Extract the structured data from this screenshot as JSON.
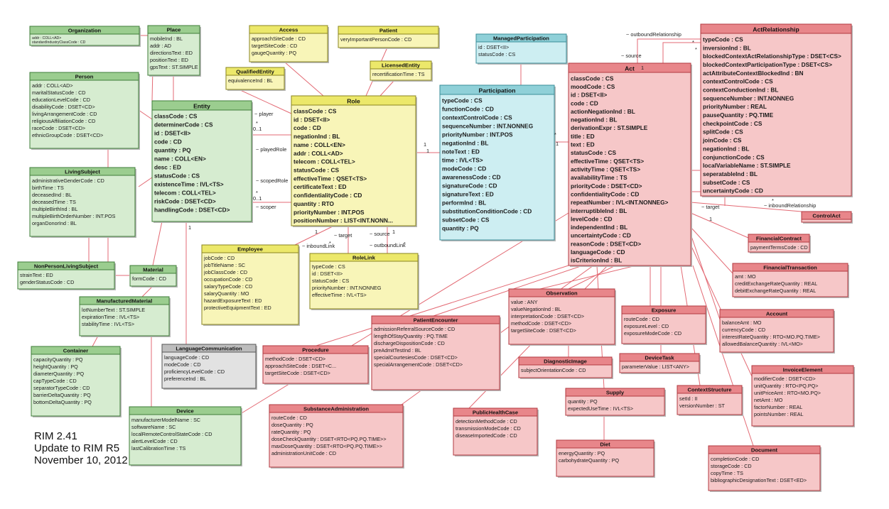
{
  "caption": {
    "line1": "RIM 2.41",
    "line2": "Update to RIM R5",
    "line3": "November 10, 2012"
  },
  "palette": {
    "entity": {
      "header": "#9bcd8f",
      "body": "#d6ecd0",
      "stroke": "#3f7d38"
    },
    "role": {
      "header": "#ece86a",
      "body": "#f8f5b8",
      "stroke": "#8a8520"
    },
    "participation": {
      "header": "#8fd0d8",
      "body": "#cdeef2",
      "stroke": "#3a8e99"
    },
    "act": {
      "header": "#e8868a",
      "body": "#f6c7c8",
      "stroke": "#b23a40"
    },
    "other": {
      "header": "#bdbdbd",
      "body": "#e2e2e2",
      "stroke": "#555555"
    },
    "line": "#e36a74"
  },
  "classes": [
    {
      "id": "organization",
      "kind": "entity",
      "title": "Organization",
      "bold": false,
      "attrs": [
        "addr : COLL<AD>",
        "standardIndustryClassCode : CD"
      ]
    },
    {
      "id": "place",
      "kind": "entity",
      "title": "Place",
      "bold": false,
      "attrs": [
        "mobileInd : BL",
        "addr : AD",
        "directionsText : ED",
        "positionText : ED",
        "gpsText : ST.SIMPLE"
      ]
    },
    {
      "id": "person",
      "kind": "entity",
      "title": "Person",
      "bold": false,
      "attrs": [
        "addr : COLL<AD>",
        "maritalStatusCode : CD",
        "educationLevelCode : CD",
        "disabilityCode : DSET<CD>",
        "livingArrangementCode : CD",
        "religiousAffiliationCode : CD",
        "raceCode : DSET<CD>",
        "ethnicGroupCode : DSET<CD>"
      ]
    },
    {
      "id": "entity",
      "kind": "entity",
      "title": "Entity",
      "bold": true,
      "attrs": [
        "classCode : CS",
        "determinerCode : CS",
        "id : DSET<II>",
        "code : CD",
        "quantity : PQ",
        "name : COLL<EN>",
        "desc : ED",
        "statusCode : CS",
        "existenceTime : IVL<TS>",
        "telecom : COLL<TEL>",
        "riskCode : DSET<CD>",
        "handlingCode : DSET<CD>"
      ]
    },
    {
      "id": "livingsubject",
      "kind": "entity",
      "title": "LivingSubject",
      "bold": false,
      "attrs": [
        "administrativeGenderCode : CD",
        "birthTime : TS",
        "deceasedInd : BL",
        "deceasedTime : TS",
        "multipleBirthInd : BL",
        "multipleBirthOrderNumber : INT.POS",
        "organDonorInd : BL"
      ]
    },
    {
      "id": "nonperson",
      "kind": "entity",
      "title": "NonPersonLivingSubject",
      "bold": false,
      "attrs": [
        "strainText : ED",
        "genderStatusCode : CD"
      ]
    },
    {
      "id": "material",
      "kind": "entity",
      "title": "Material",
      "bold": false,
      "attrs": [
        "formCode : CD"
      ]
    },
    {
      "id": "manufactured",
      "kind": "entity",
      "title": "ManufacturedMaterial",
      "bold": false,
      "attrs": [
        "lotNumberText : ST.SIMPLE",
        "expirationTime : IVL<TS>",
        "stabilityTime : IVL<TS>"
      ]
    },
    {
      "id": "container",
      "kind": "entity",
      "title": "Container",
      "bold": false,
      "attrs": [
        "capacityQuantity : PQ",
        "heightQuantity : PQ",
        "diameterQuantity : PQ",
        "capTypeCode : CD",
        "separatorTypeCode : CD",
        "barrierDeltaQuantity : PQ",
        "bottomDeltaQuantity : PQ"
      ]
    },
    {
      "id": "device",
      "kind": "entity",
      "title": "Device",
      "bold": false,
      "attrs": [
        "manufacturerModelName : SC",
        "softwareName : SC",
        "localRemoteControlStateCode : CD",
        "alertLevelCode : CD",
        "lastCalibrationTime : TS"
      ]
    },
    {
      "id": "langcomm",
      "kind": "other",
      "title": "LanguageCommunication",
      "bold": false,
      "attrs": [
        "languageCode : CD",
        "modeCode : CD",
        "proficiencyLevelCode : CD",
        "preferenceInd : BL"
      ]
    },
    {
      "id": "access",
      "kind": "role",
      "title": "Access",
      "bold": false,
      "attrs": [
        "approachSiteCode : CD",
        "targetSiteCode : CD",
        "gaugeQuantity : PQ"
      ]
    },
    {
      "id": "patient",
      "kind": "role",
      "title": "Patient",
      "bold": false,
      "attrs": [
        "veryImportantPersonCode : CD"
      ]
    },
    {
      "id": "qualified",
      "kind": "role",
      "title": "QualifiedEntity",
      "bold": false,
      "attrs": [
        "equivalenceInd : BL"
      ]
    },
    {
      "id": "licensed",
      "kind": "role",
      "title": "LicensedEntity",
      "bold": false,
      "attrs": [
        "recertificationTime : TS"
      ]
    },
    {
      "id": "role",
      "kind": "role",
      "title": "Role",
      "bold": true,
      "attrs": [
        "classCode : CS",
        "id : DSET<II>",
        "code : CD",
        "negationInd : BL",
        "name : COLL<EN>",
        "addr : COLL<AD>",
        "telecom : COLL<TEL>",
        "statusCode : CS",
        "effectiveTime : QSET<TS>",
        "certificateText : ED",
        "confidentialityCode : CD",
        "quantity : RTO",
        "priorityNumber : INT.POS",
        "positionNumber : LIST<INT.NONN..."
      ]
    },
    {
      "id": "employee",
      "kind": "role",
      "title": "Employee",
      "bold": false,
      "attrs": [
        "jobCode : CD",
        "jobTitleName : SC",
        "jobClassCode : CD",
        "occupationCode : CD",
        "salaryTypeCode : CD",
        "salaryQuantity : MO",
        "hazardExposureText : ED",
        "protectiveEquipmentText : ED"
      ]
    },
    {
      "id": "rolelink",
      "kind": "role",
      "title": "RoleLink",
      "bold": false,
      "attrs": [
        "typeCode : CS",
        "id : DSET<II>",
        "statusCode : CS",
        "priorityNumber : INT.NONNEG",
        "effectiveTime : IVL<TS>"
      ]
    },
    {
      "id": "managedpart",
      "kind": "participation",
      "title": "ManagedParticipation",
      "bold": false,
      "attrs": [
        "id : DSET<II>",
        "statusCode : CS"
      ]
    },
    {
      "id": "participation",
      "kind": "participation",
      "title": "Participation",
      "bold": true,
      "attrs": [
        "typeCode : CS",
        "functionCode : CD",
        "contextControlCode : CS",
        "sequenceNumber : INT.NONNEG",
        "priorityNumber : INT.POS",
        "negationInd : BL",
        "noteText : ED",
        "time : IVL<TS>",
        "modeCode : CD",
        "awarenessCode : CD",
        "signatureCode : CD",
        "signatureText : ED",
        "performInd : BL",
        "substitutionConditionCode : CD",
        "subsetCode : CS",
        "quantity : PQ"
      ]
    },
    {
      "id": "act",
      "kind": "act",
      "title": "Act",
      "bold": true,
      "attrs": [
        "classCode : CS",
        "moodCode : CS",
        "id : DSET<II>",
        "code : CD",
        "actionNegationInd : BL",
        "negationInd : BL",
        "derivationExpr : ST.SIMPLE",
        "title : ED",
        "text : ED",
        "statusCode : CS",
        "effectiveTime : QSET<TS>",
        "activityTime : QSET<TS>",
        "availabilityTime : TS",
        "priorityCode : DSET<CD>",
        "confidentialityCode : CD",
        "repeatNumber : IVL<INT.NONNEG>",
        "interruptibleInd : BL",
        "levelCode : CD",
        "independentInd : BL",
        "uncertaintyCode : CD",
        "reasonCode : DSET<CD>",
        "languageCode : CD",
        "isCriterionInd : BL"
      ]
    },
    {
      "id": "actrel",
      "kind": "act",
      "title": "ActRelationship",
      "bold": true,
      "attrs": [
        "typeCode : CS",
        "inversionInd : BL",
        "blockedContextActRelationshipType : DSET<CS>",
        "blockedContextParticipationType : DSET<CS>",
        "actAttributeContextBlockedInd : BN",
        "contextControlCode : CS",
        "contextConductionInd : BL",
        "sequenceNumber : INT.NONNEG",
        "priorityNumber : REAL",
        "pauseQuantity : PQ.TIME",
        "checkpointCode : CS",
        "splitCode : CS",
        "joinCode : CS",
        "negationInd : BL",
        "conjunctionCode : CS",
        "localVariableName : ST.SIMPLE",
        "seperatableInd : BL",
        "subsetCode : CS",
        "uncertaintyCode : CD"
      ]
    },
    {
      "id": "controlact",
      "kind": "act",
      "title": "ControlAct",
      "bold": false,
      "attrs": []
    },
    {
      "id": "fincontract",
      "kind": "act",
      "title": "FinancialContract",
      "bold": false,
      "attrs": [
        "paymentTermsCode : CD"
      ]
    },
    {
      "id": "fintrans",
      "kind": "act",
      "title": "FinancialTransaction",
      "bold": false,
      "attrs": [
        "amt : MO",
        "creditExchangeRateQuantity : REAL",
        "debitExchangeRateQuantity : REAL"
      ]
    },
    {
      "id": "account",
      "kind": "act",
      "title": "Account",
      "bold": false,
      "attrs": [
        "balanceAmt : MO",
        "currencyCode : CD",
        "interestRateQuantity : RTO<MO.PQ.TIME>",
        "allowedBalanceQuantity : IVL<MO>"
      ]
    },
    {
      "id": "invoice",
      "kind": "act",
      "title": "InvoiceElement",
      "bold": false,
      "attrs": [
        "modifierCode : DSET<CD>",
        "unitQuantity : RTO<PQ.PQ>",
        "unitPriceAmt : RTO<MO.PQ>",
        "netAmt : MO",
        "factorNumber : REAL",
        "pointsNumber : REAL"
      ]
    },
    {
      "id": "observation",
      "kind": "act",
      "title": "Observation",
      "bold": false,
      "attrs": [
        "value : ANY",
        "valueNegationInd : BL",
        "interpretationCode : DSET<CD>",
        "methodCode : DSET<CD>",
        "targetSiteCode : DSET<CD>"
      ]
    },
    {
      "id": "diagimage",
      "kind": "act",
      "title": "DiagnosticImage",
      "bold": false,
      "attrs": [
        "subjectOrientationCode : CD"
      ]
    },
    {
      "id": "exposure",
      "kind": "act",
      "title": "Exposure",
      "bold": false,
      "attrs": [
        "routeCode : CD",
        "exposureLevel : CD",
        "exposureModeCode : CD"
      ]
    },
    {
      "id": "devicetask",
      "kind": "act",
      "title": "DeviceTask",
      "bold": false,
      "attrs": [
        "parameterValue : LIST<ANY>"
      ]
    },
    {
      "id": "contextstruct",
      "kind": "act",
      "title": "ContextStructure",
      "bold": false,
      "attrs": [
        "setId : II",
        "versionNumber : ST"
      ]
    },
    {
      "id": "patientenc",
      "kind": "act",
      "title": "PatientEncounter",
      "bold": false,
      "attrs": [
        "admissionReferralSourceCode : CD",
        "lengthOfStayQuantity : PQ.TIME",
        "dischargeDispositionCode : CD",
        "preAdmitTestInd : BL",
        "specialCourtesiesCode : DSET<CD>",
        "specialArrangementCode : DSET<CD>"
      ]
    },
    {
      "id": "procedure",
      "kind": "act",
      "title": "Procedure",
      "bold": false,
      "attrs": [
        "methodCode : DSET<CD>",
        "approachSiteCode : DSET<C...",
        "targetSiteCode : DSET<CD>"
      ]
    },
    {
      "id": "substadmin",
      "kind": "act",
      "title": "SubstanceAdministration",
      "bold": false,
      "attrs": [
        "routeCode : CD",
        "doseQuantity : PQ",
        "rateQuantity : PQ",
        "doseCheckQuantity : DSET<RTO<PQ.PQ.TIME>>",
        "maxDoseQuantity : DSET<RTO<PQ.PQ.TIME>>",
        "administrationUnitCode : CD"
      ]
    },
    {
      "id": "publichealth",
      "kind": "act",
      "title": "PublicHealthCase",
      "bold": false,
      "attrs": [
        "detectionMethodCode : CD",
        "transmissionModeCode : CD",
        "diseaseImportedCode : CD"
      ]
    },
    {
      "id": "supply",
      "kind": "act",
      "title": "Supply",
      "bold": false,
      "attrs": [
        "quantity : PQ",
        "expectedUseTime : IVL<TS>"
      ]
    },
    {
      "id": "diet",
      "kind": "act",
      "title": "Diet",
      "bold": false,
      "attrs": [
        "energyQuantity : PQ",
        "carbohydrateQuantity : PQ"
      ]
    },
    {
      "id": "document",
      "kind": "act",
      "title": "Document",
      "bold": false,
      "attrs": [
        "completionCode : CD",
        "storageCode : CD",
        "copyTime : TS",
        "bibliographicDesignationText : DSET<ED>"
      ]
    }
  ],
  "labels": [
    {
      "id": "player",
      "text": "~ player"
    },
    {
      "id": "playedrole",
      "text": "~ playedRole"
    },
    {
      "id": "scopedrole",
      "text": "~ scopedRole"
    },
    {
      "id": "scoper",
      "text": "~ scoper"
    },
    {
      "id": "inboundlink",
      "text": "~ inboundLink"
    },
    {
      "id": "target1",
      "text": "~ target"
    },
    {
      "id": "source1",
      "text": "~ source"
    },
    {
      "id": "outboundlink",
      "text": "~ outboundLink"
    },
    {
      "id": "outboundrel",
      "text": "~ outboundRelationship"
    },
    {
      "id": "source2",
      "text": "~ source"
    },
    {
      "id": "target2",
      "text": "~ target"
    },
    {
      "id": "inboundrel",
      "text": "~ inboundRelationship"
    },
    {
      "id": "m1",
      "text": "0..1"
    },
    {
      "id": "m2",
      "text": "*"
    },
    {
      "id": "m3",
      "text": "0..1"
    },
    {
      "id": "m4",
      "text": "*"
    },
    {
      "id": "m5",
      "text": "1"
    },
    {
      "id": "m6",
      "text": "*"
    },
    {
      "id": "m7",
      "text": "1"
    },
    {
      "id": "m8",
      "text": "*"
    },
    {
      "id": "m9",
      "text": "1"
    },
    {
      "id": "m10",
      "text": "1"
    },
    {
      "id": "m11",
      "text": "1"
    },
    {
      "id": "m12",
      "text": "*"
    },
    {
      "id": "m13",
      "text": "1"
    },
    {
      "id": "m14",
      "text": "*"
    },
    {
      "id": "m15",
      "text": "*"
    },
    {
      "id": "m16",
      "text": "1"
    },
    {
      "id": "m17",
      "text": "1"
    },
    {
      "id": "m18",
      "text": "*"
    }
  ]
}
